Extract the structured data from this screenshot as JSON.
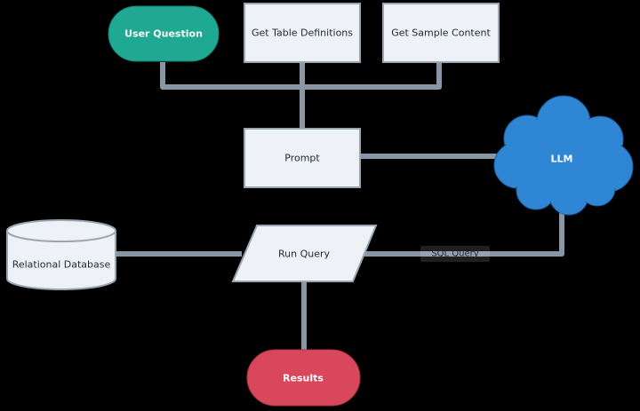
{
  "nodes": {
    "user_question": "User Question",
    "get_table_definitions": "Get Table Definitions",
    "get_sample_content": "Get Sample Content",
    "prompt": "Prompt",
    "llm": "LLM",
    "relational_database": "Relational Database",
    "run_query": "Run Query",
    "results": "Results"
  },
  "edge_labels": {
    "llm_to_run_query": "SQL Query"
  },
  "colors": {
    "connector": "#8896a6",
    "box_fill": "#eef1f5",
    "box_stroke": "#9aa6b4",
    "user_question": "#1fa992",
    "llm": "#2f86d4",
    "results": "#d9475c"
  }
}
